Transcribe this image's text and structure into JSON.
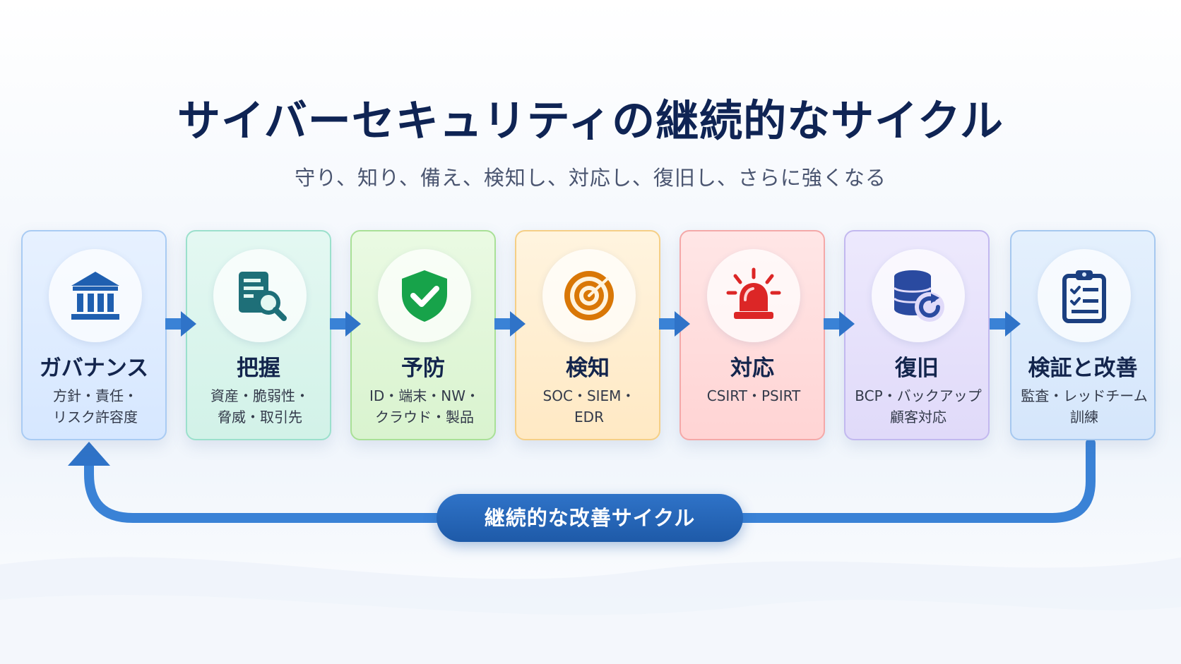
{
  "header": {
    "title": "サイバーセキュリティの継続的なサイクル",
    "subtitle": "守り、知り、備え、検知し、対応し、復旧し、さらに強くなる"
  },
  "steps": [
    {
      "name": "ガバナンス",
      "icon": "bank-icon",
      "desc": [
        "方針・責任・",
        "リスク許容度"
      ],
      "accent": "#1f5fb0"
    },
    {
      "name": "把握",
      "icon": "document-search-icon",
      "desc": [
        "資産・脆弱性・",
        "脅威・取引先"
      ],
      "accent": "#1e6f78"
    },
    {
      "name": "予防",
      "icon": "shield-check-icon",
      "desc": [
        "ID・端末・NW・",
        "クラウド・製品"
      ],
      "accent": "#17a34a"
    },
    {
      "name": "検知",
      "icon": "radar-target-icon",
      "desc": [
        "SOC・SIEM・",
        "EDR"
      ],
      "accent": "#d97706"
    },
    {
      "name": "対応",
      "icon": "alarm-siren-icon",
      "desc": [
        "CSIRT・PSIRT"
      ],
      "accent": "#dc2626"
    },
    {
      "name": "復旧",
      "icon": "database-restore-icon",
      "desc": [
        "BCP・バックアップ",
        "顧客対応"
      ],
      "accent": "#2a4aa0"
    },
    {
      "name": "検証と改善",
      "icon": "clipboard-checklist-icon",
      "desc": [
        "監査・レッドチーム",
        "訓練"
      ],
      "accent": "#1b3f80"
    }
  ],
  "loop": {
    "label": "継続的な改善サイクル",
    "color": "#3a82d6"
  }
}
